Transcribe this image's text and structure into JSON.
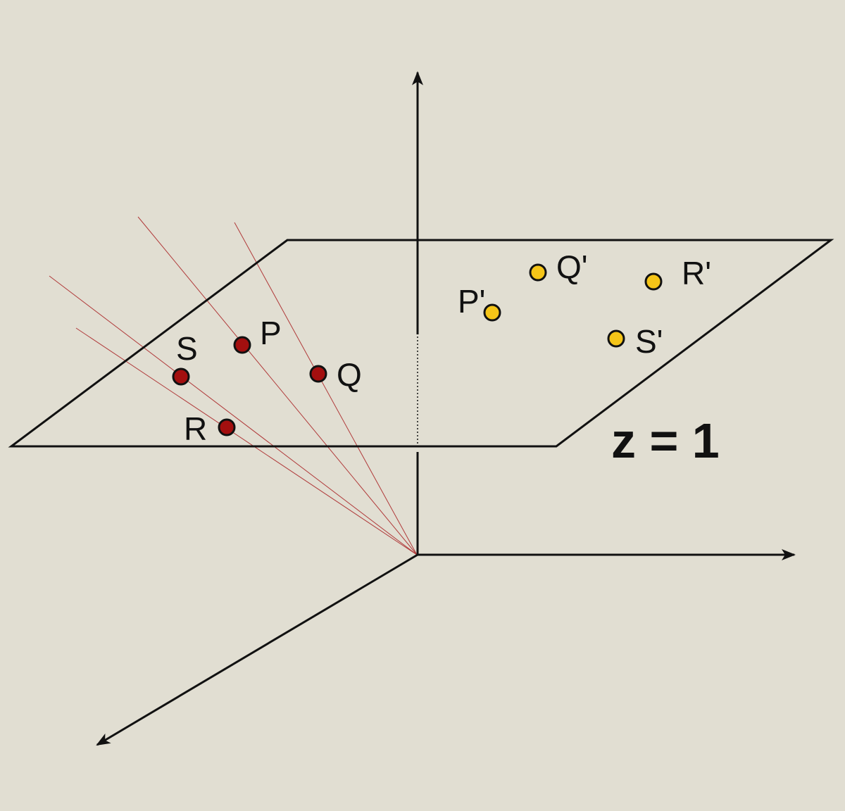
{
  "colors": {
    "background": "#e1ded2",
    "ink": "#111111",
    "ray": "#b03a3a",
    "red_point": "#a30f0f",
    "yellow_point": "#f5c518"
  },
  "plane_label": "z = 1",
  "red_points": [
    {
      "id": "S",
      "label": "S"
    },
    {
      "id": "P",
      "label": "P"
    },
    {
      "id": "Q",
      "label": "Q"
    },
    {
      "id": "R",
      "label": "R"
    }
  ],
  "yellow_points": [
    {
      "id": "P-prime",
      "label": "P'"
    },
    {
      "id": "Q-prime",
      "label": "Q'"
    },
    {
      "id": "R-prime",
      "label": "R'"
    },
    {
      "id": "S-prime",
      "label": "S'"
    }
  ]
}
